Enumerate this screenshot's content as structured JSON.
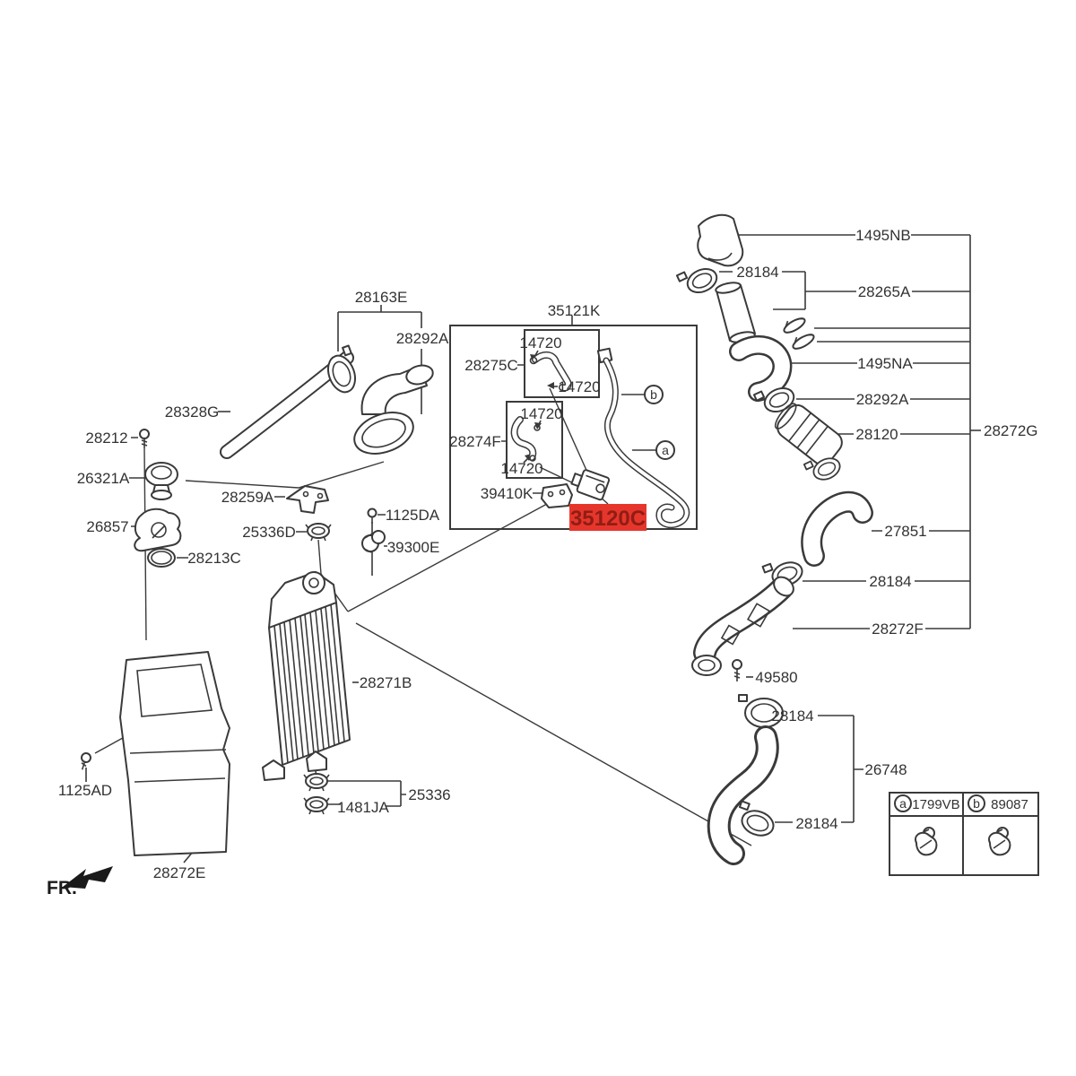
{
  "page": {
    "background": "#ffffff",
    "line_color": "#3a3a3a",
    "label_color": "#333333"
  },
  "parts": {
    "p28163E": "28163E",
    "p28292A": "28292A",
    "p28328G": "28328G",
    "p28212": "28212",
    "p26321A": "26321A",
    "p26857": "26857",
    "p28213C": "28213C",
    "p28259A": "28259A",
    "p25336D": "25336D",
    "p1125DA": "1125DA",
    "p39300E": "39300E",
    "p35121K": "35121K",
    "p14720": "14720",
    "p28275C": "28275C",
    "p28274F": "28274F",
    "p39410K": "39410K",
    "p35120C": "35120C",
    "p1495NB": "1495NB",
    "p28184": "28184",
    "p28265A": "28265A",
    "p1495NA": "1495NA",
    "p28120": "28120",
    "p28272G": "28272G",
    "p27851": "27851",
    "p28272F": "28272F",
    "p49580": "49580",
    "p26748": "26748",
    "p28271B": "28271B",
    "p25336": "25336",
    "p1481JA": "1481JA",
    "p1125AD": "1125AD",
    "p28272E": "28272E"
  },
  "callouts": {
    "a": "a",
    "b": "b"
  },
  "legend": {
    "items": [
      {
        "key": "a",
        "part": "1799VB"
      },
      {
        "key": "b",
        "part": "89087"
      }
    ]
  },
  "fr": {
    "label": "FR."
  },
  "highlight": {
    "bg": "#e6362c",
    "fg": "#8f1d14"
  }
}
